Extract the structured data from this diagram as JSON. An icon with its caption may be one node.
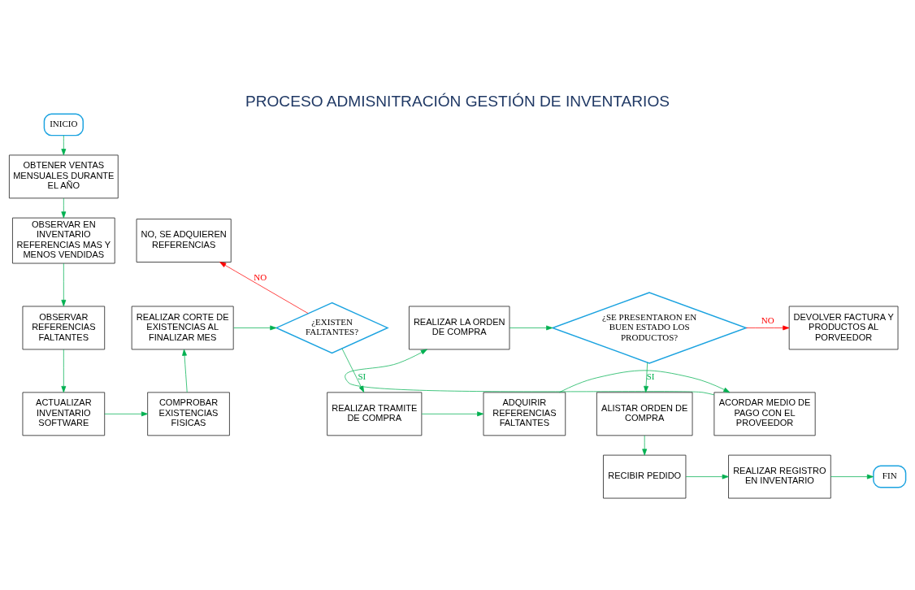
{
  "diagram": {
    "title": "PROCESO ADMISNITRACIÓN GESTIÓN DE INVENTARIOS",
    "nodes": [
      {
        "text": [
          "INICIO"
        ]
      },
      {
        "text": [
          "OBTENER VENTAS MENSUALES DURANTE EL AÑO"
        ]
      },
      {
        "text": [
          "OBSERVAR EN INVENTARIO REFERENCIAS MAS Y MENOS VENDIDAS"
        ]
      },
      {
        "text": [
          "OBSERVAR REFERENCIAS FALTANTES"
        ]
      },
      {
        "text": [
          "ACTUALIZAR INVENTARIO SOFTWARE"
        ]
      },
      {
        "text": [
          "COMPROBAR EXISTENCIAS FISICAS"
        ]
      },
      {
        "text": [
          "REALIZAR CORTE DE EXISTENCIAS AL FINALIZAR MES"
        ]
      },
      {
        "text": [
          "¿EXISTEN FALTANTES?"
        ]
      },
      {
        "text": [
          "NO, SE ADQUIEREN REFERENCIAS"
        ]
      },
      {
        "text": [
          "REALIZAR TRAMITE DE COMPRA"
        ]
      },
      {
        "text": [
          "ADQUIRIR REFERENCIAS FALTANTES"
        ]
      },
      {
        "text": [
          "ACORDAR MEDIO DE PAGO CON EL PROVEEDOR"
        ]
      },
      {
        "text": [
          "REALIZAR LA ORDEN DE COMPRA"
        ]
      },
      {
        "text": [
          "¿SE PRESENTARON EN BUEN ESTADO LOS PRODUCTOS?"
        ]
      },
      {
        "text": [
          "DEVOLVER FACTURA Y PRODUCTOS AL PORVEEDOR"
        ]
      },
      {
        "text": [
          "ALISTAR ORDEN DE COMPRA"
        ]
      },
      {
        "text": [
          "RECIBIR PEDIDO"
        ]
      },
      {
        "text": [
          "REALIZAR REGISTRO EN INVENTARIO"
        ]
      },
      {
        "text": [
          "FIN"
        ]
      }
    ],
    "edges": [
      {
        "from": 0,
        "to": 1,
        "arrow": "to"
      },
      {
        "from": 1,
        "to": 2,
        "arrow": "to"
      },
      {
        "from": 2,
        "to": 3,
        "arrow": "to"
      },
      {
        "from": 3,
        "to": 4,
        "arrow": "to"
      },
      {
        "from": 4,
        "to": 5,
        "arrow": "to"
      },
      {
        "from": 5,
        "to": 6,
        "arrow": "to"
      },
      {
        "from": 6,
        "to": 7,
        "arrow": "to"
      },
      {
        "from": 7,
        "to": 8,
        "label": "NO",
        "arrow": "to",
        "color": "#ff0000"
      },
      {
        "from": 7,
        "to": 9,
        "label": "SI",
        "arrow": "to"
      },
      {
        "from": 9,
        "to": 10,
        "arrow": "to"
      },
      {
        "from": 10,
        "to": 11,
        "arrow": "to"
      },
      {
        "from": 11,
        "to": 12,
        "arrow": "to"
      },
      {
        "from": 12,
        "to": 13,
        "arrow": "to"
      },
      {
        "from": 13,
        "to": 14,
        "label": "NO",
        "arrow": "to",
        "color": "#ff0000"
      },
      {
        "from": 13,
        "to": 15,
        "label": "SI",
        "arrow": "to"
      },
      {
        "from": 15,
        "to": 16,
        "arrow": "to"
      },
      {
        "from": 16,
        "to": 17,
        "arrow": "to"
      },
      {
        "from": 17,
        "to": 18,
        "arrow": "to"
      }
    ]
  }
}
